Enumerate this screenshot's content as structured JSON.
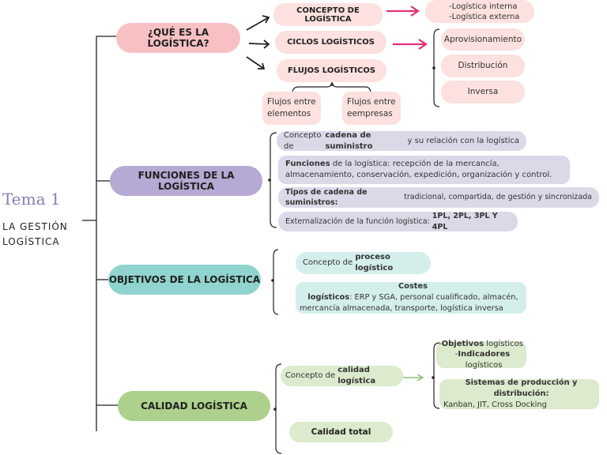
{
  "header": {
    "tema": "Tema 1",
    "subtitle_line1": "LA GESTIÓN",
    "subtitle_line2": "LOGÍSTICA"
  },
  "que_es": {
    "title": "¿QUÉ ES LA LOGÍSTICA?",
    "concepto": "CONCEPTO DE LOGÍSTICA",
    "concepto_detail_1": "-Logística interna",
    "concepto_detail_2": "-Logística externa",
    "ciclos": "CICLOS LOGÍSTICOS",
    "ciclos_items": [
      "Aprovisionamiento",
      "Distribución",
      "Inversa"
    ],
    "flujos": "FLUJOS LOGÍSTICOS",
    "flujos_items": [
      {
        "line1": "Flujos entre",
        "line2": "elementos"
      },
      {
        "line1": "Flujos entre",
        "line2": "eempresas"
      }
    ]
  },
  "funciones": {
    "title": "FUNCIONES DE LA LOGÍSTICA",
    "item1_pre": "Concepto de ",
    "item1_bold": "cadena de suministro",
    "item1_post": " y su relación con la logística",
    "item2_bold": "Funciones",
    "item2_rest": " de la logística: recepción de la mercancía,",
    "item2_line2": "almacenamiento, conservación, expedición, organización y control.",
    "item3_bold": "Tipos de cadena de suministros:",
    "item3_rest": " tradicional, compartida, de gestión y sincronizada",
    "item4_pre": "Externalización de la función logística: ",
    "item4_bold": "1PL, 2PL, 3PL Y 4PL"
  },
  "objetivos": {
    "title": "OBJETIVOS DE LA LOGÍSTICA",
    "item1_pre": "Concepto de ",
    "item1_bold": "proceso logístico",
    "item2_bold": "Costes logísticos",
    "item2_rest": ": ERP y SGA, personal cualificado, almacén,",
    "item2_line2": "mercancía almacenada, transporte, logística inversa"
  },
  "calidad": {
    "title": "CALIDAD LOGÍSTICA",
    "concepto_pre": "Concepto de ",
    "concepto_bold": "calidad logística",
    "obj_pre": "-",
    "obj_bold": "Objetivos",
    "obj_rest": " logísticos",
    "ind_pre": "-",
    "ind_bold": "Indicadores",
    "ind_rest": " logísticos",
    "sist_bold": "Sistemas de producción y distribución:",
    "sist_rest": "Kanban, JIT, Cross Docking",
    "total": "Calidad total"
  },
  "colors": {
    "pink": "#f7c1c4",
    "purple": "#b6a9d3",
    "teal": "#8fd4ce",
    "green": "#add08c",
    "arrow_pink": "#e0307a",
    "arrow_green": "#8cc37a"
  }
}
